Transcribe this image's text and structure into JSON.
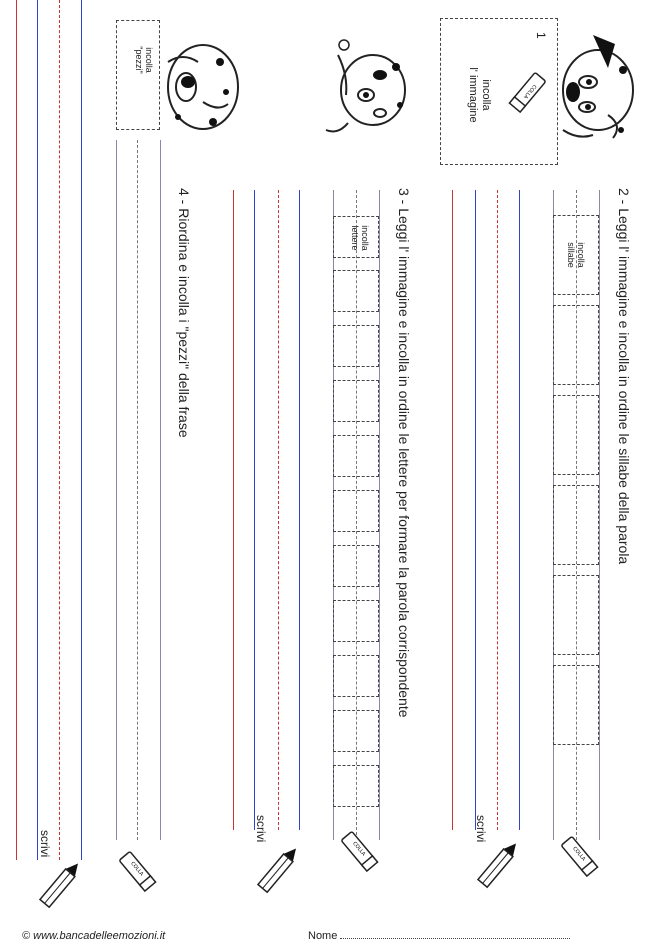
{
  "header": {
    "title_label": "1",
    "paste_image": [
      "incolla",
      "l' immagine"
    ]
  },
  "section2": {
    "instruction": "2 - Leggi l' immagine e incolla in ordine le sillabe della parola",
    "paste_syllables": [
      "incolla",
      "sillabe"
    ]
  },
  "section3": {
    "instruction": "3 - Leggi l' immagine e incolla in ordine le lettere per formare la parola corrispondente",
    "paste_letters": [
      "incolla",
      "lettere"
    ]
  },
  "section4": {
    "instruction": "4 -  Riordina e incolla i \"pezzi\" della frase",
    "paste_pieces": [
      "incolla",
      "\"pezzi\""
    ]
  },
  "glue_label": "COLLA",
  "write_label": "scrivi",
  "footer": {
    "copyright": "© www.bancadelleemozioni.it",
    "name_label": "Nome"
  },
  "colors": {
    "red": "#cc3333",
    "blue": "#3344cc",
    "ink": "#222222"
  }
}
